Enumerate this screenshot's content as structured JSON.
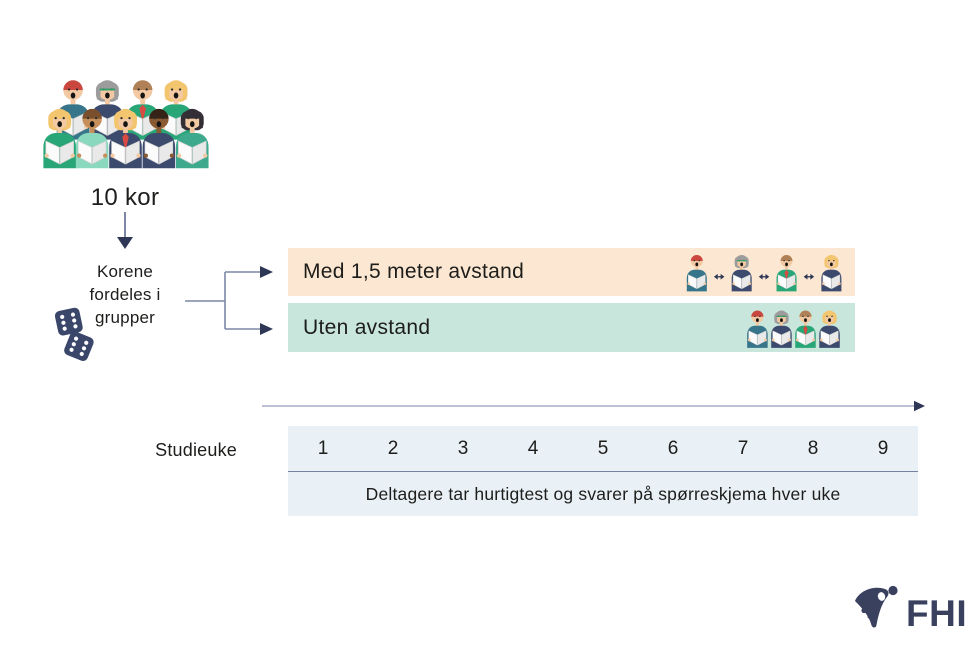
{
  "palette": {
    "ink": "#1d1d1b",
    "navy": "#2e3756",
    "connector": "#7c87a6",
    "timeline_line": "#a8aec8",
    "distance_box_bg": "#fce8d2",
    "close_box_bg": "#c9e6dc",
    "week_box_bg": "#e9f1f6",
    "week_divider": "#76839f",
    "dice_navy": "#3b466b",
    "logo_navy": "#39415f"
  },
  "choir": {
    "caption": "10 kor",
    "icon": "choir-group-singing"
  },
  "allocation": {
    "line1": "Korene",
    "line2": "fordeles i",
    "line3": "grupper",
    "icon": "dice-randomization"
  },
  "groups": {
    "distanced": {
      "label": "Med 1,5 meter avstand",
      "icon": "singers-with-distance"
    },
    "close": {
      "label": "Uten avstand",
      "icon": "singers-without-distance"
    }
  },
  "timeline": {
    "axis_label": "Studieuke",
    "weeks": [
      "1",
      "2",
      "3",
      "4",
      "5",
      "6",
      "7",
      "8",
      "9"
    ],
    "caption": "Deltagere tar hurtigtest og svarer på spørreskjema hver uke"
  },
  "logo": {
    "text": "FHI"
  },
  "figures": {
    "default_skin": "#f2c9a2",
    "book_left": "#fbfbfb",
    "book_right": "#e9e9e9",
    "choir_back": [
      {
        "hair": "#c9473f",
        "shirt": "#37758a"
      },
      {
        "hair": "#9c9c9c",
        "shirt": "#3c4a6d",
        "long": true,
        "glasses": true
      },
      {
        "hair": "#b08156",
        "shirt": "#29a678",
        "tie": "#d84a42"
      },
      {
        "hair": "#f2c56e",
        "shirt": "#29a678",
        "long": true
      }
    ],
    "choir_front": [
      {
        "hair": "#f2c56e",
        "shirt": "#29a678",
        "long": true
      },
      {
        "hair": "#7a4f2e",
        "shirt": "#8ad8bd",
        "skin": "#c68e5a"
      },
      {
        "hair": "#f2c56e",
        "shirt": "#3c4a6d",
        "long": true,
        "tie": "#d84a42"
      },
      {
        "hair": "#352318",
        "shirt": "#3c4a6d",
        "skin": "#8a5a33"
      },
      {
        "hair": "#332e35",
        "shirt": "#3fa98e",
        "long": true
      }
    ],
    "group_singers": [
      {
        "hair": "#c9473f",
        "shirt": "#37758a"
      },
      {
        "hair": "#9c9c9c",
        "shirt": "#3c4a6d",
        "long": true,
        "glasses": true
      },
      {
        "hair": "#b08156",
        "shirt": "#29a678",
        "tie": "#d84a42"
      },
      {
        "hair": "#f2c56e",
        "shirt": "#3c4a6d",
        "long": true
      }
    ]
  }
}
